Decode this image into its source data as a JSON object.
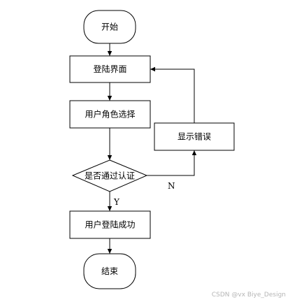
{
  "nodes": {
    "start": "开始",
    "login_page": "登陆界面",
    "role_select": "用户角色选择",
    "auth_check": "是否通过认证",
    "show_error": "显示错误",
    "login_success": "用户登陆成功",
    "end": "结束"
  },
  "edges": {
    "no_label": "N",
    "yes_label": "Y"
  },
  "watermark": "CSDN @vx Biye_Design"
}
